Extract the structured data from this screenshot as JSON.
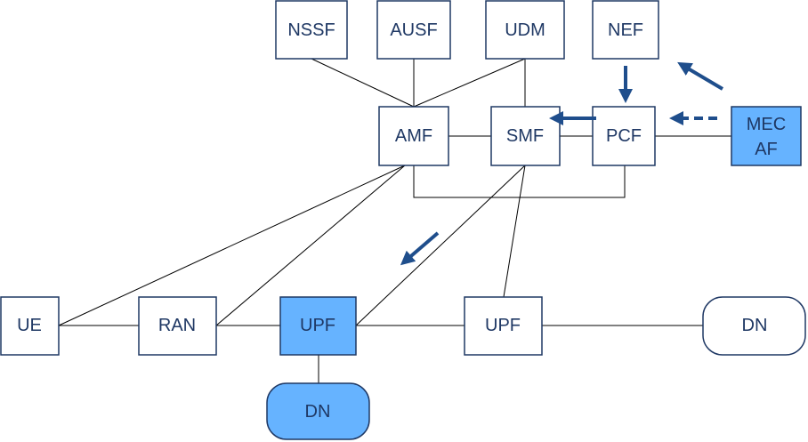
{
  "nodes": {
    "nssf": {
      "label": "NSSF"
    },
    "ausf": {
      "label": "AUSF"
    },
    "udm": {
      "label": "UDM"
    },
    "nef": {
      "label": "NEF"
    },
    "amf": {
      "label": "AMF"
    },
    "smf": {
      "label": "SMF"
    },
    "pcf": {
      "label": "PCF"
    },
    "mec_af": {
      "label_line1": "MEC",
      "label_line2": "AF"
    },
    "ue": {
      "label": "UE"
    },
    "ran": {
      "label": "RAN"
    },
    "upf_local": {
      "label": "UPF"
    },
    "upf_central": {
      "label": "UPF"
    },
    "dn_central": {
      "label": "DN"
    },
    "dn_local": {
      "label": "DN"
    }
  },
  "colors": {
    "highlight_fill": "#66b3ff",
    "border": "#1f3864",
    "arrow": "#1f4e8c"
  }
}
